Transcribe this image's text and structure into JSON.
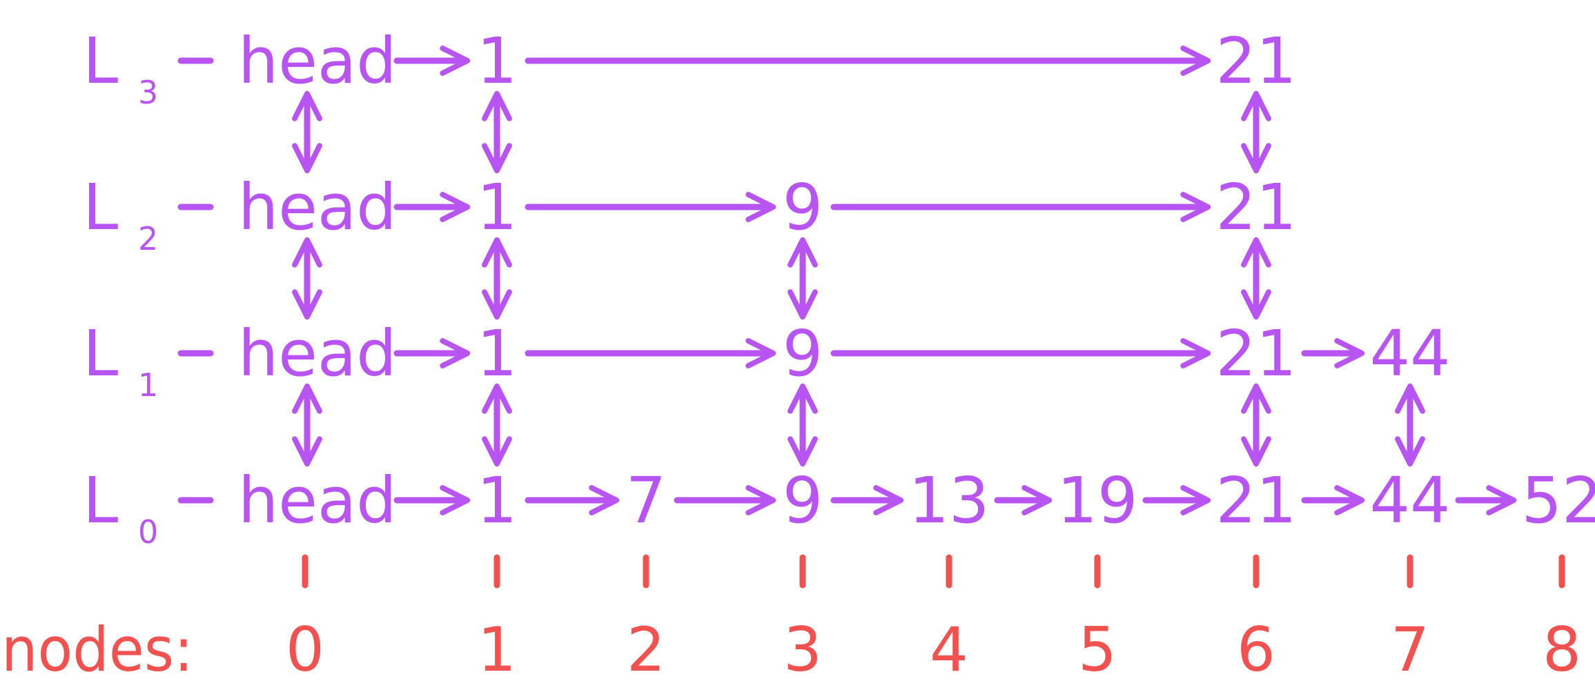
{
  "colors": {
    "purple": "#b855f2",
    "red": "#f2524f",
    "background": "#ffffff"
  },
  "head_word": "head",
  "levels": [
    {
      "letter": "L",
      "sub": "3",
      "nodes": [
        1,
        21
      ]
    },
    {
      "letter": "L",
      "sub": "2",
      "nodes": [
        1,
        9,
        21
      ]
    },
    {
      "letter": "L",
      "sub": "1",
      "nodes": [
        1,
        9,
        21,
        44
      ]
    },
    {
      "letter": "L",
      "sub": "0",
      "nodes": [
        1,
        7,
        9,
        13,
        19,
        21,
        44,
        52
      ]
    }
  ],
  "nodes_label": "nodes:",
  "node_indices": [
    "0",
    "1",
    "2",
    "3",
    "4",
    "5",
    "6",
    "7",
    "8"
  ]
}
